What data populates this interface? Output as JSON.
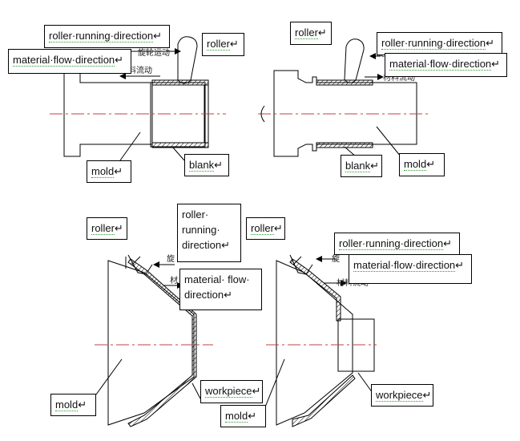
{
  "labels": {
    "roller": "roller",
    "roller_running_direction": "roller·running·direction",
    "material_flow_direction": "material·flow·direction",
    "mold": "mold",
    "blank": "blank",
    "workpiece": "workpiece",
    "roller_running": "roller·",
    "running": "running·",
    "direction": "direction",
    "material_flow_split": "material·  flow·",
    "para_mark": "↵"
  },
  "cn_labels": {
    "rotate": "旋轮运动",
    "flow": "材料流动",
    "rotate_short": "旋",
    "flow_short": "材",
    "flow_partial": "材料流动"
  }
}
